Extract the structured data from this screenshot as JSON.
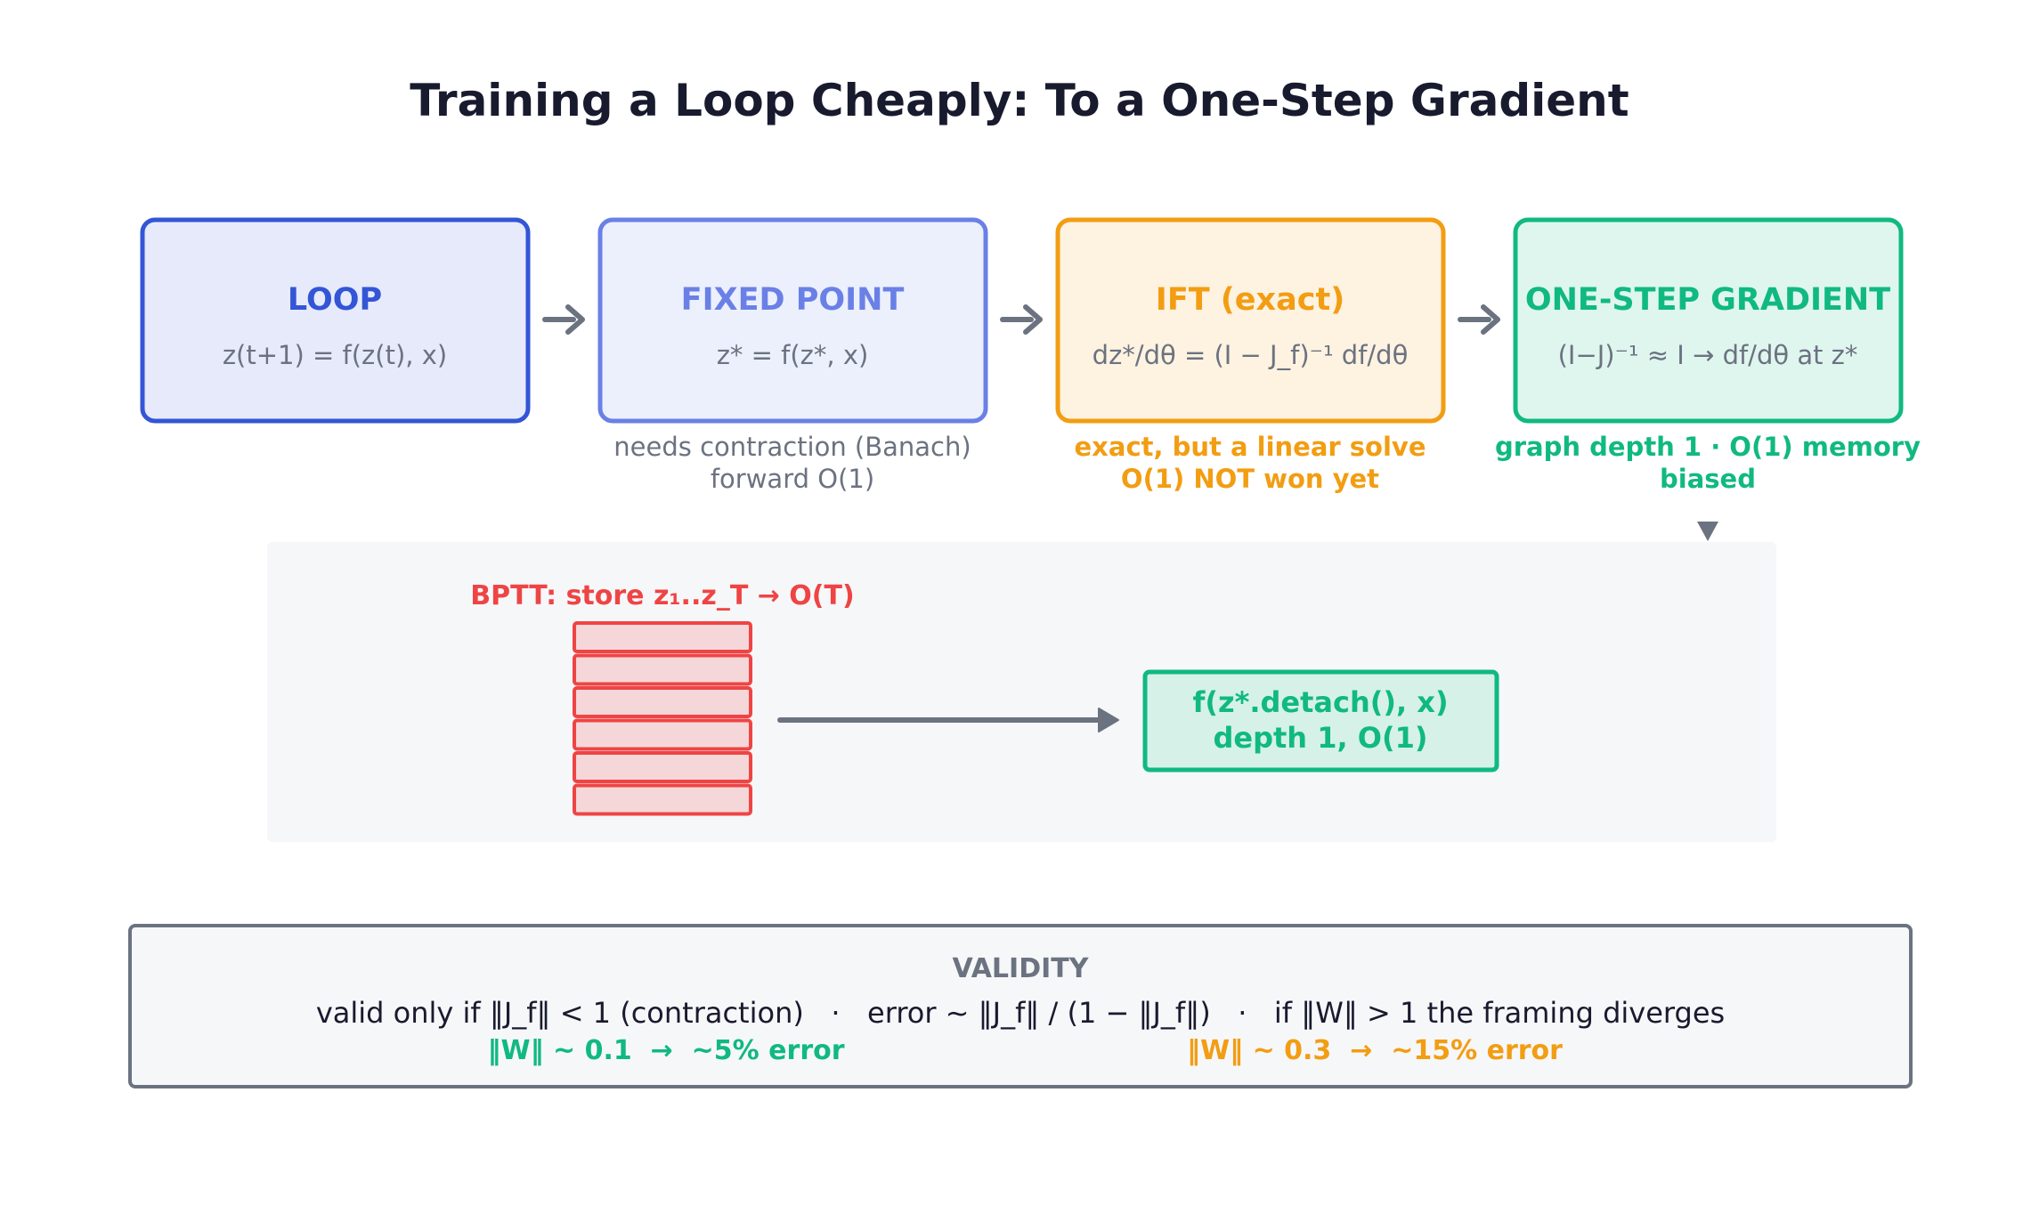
{
  "title": "Training a Loop Cheaply: To a One-Step Gradient",
  "colors": {
    "loop": "#3355d6",
    "loop_fill": "#e7eafb",
    "fixed": "#6a80e6",
    "fixed_fill": "#ecf0fd",
    "ift": "#f29d12",
    "ift_fill": "#fef2e1",
    "onestep": "#10b981",
    "onestep_fill": "#dff6ee",
    "arrow": "#6b7280",
    "text_dark": "#181a2e",
    "text_muted": "#6b7280",
    "bptt": "#ef4444",
    "bptt_fill": "#f5d7d9",
    "panel_fill": "#f6f7f9"
  },
  "stages": [
    {
      "key": "loop",
      "title": "LOOP",
      "formula": "z(t+1) = f(z(t), x)",
      "notes": []
    },
    {
      "key": "fixed",
      "title": "FIXED POINT",
      "formula": "z* = f(z*, x)",
      "notes": [
        "needs contraction (Banach)",
        "forward O(1)"
      ]
    },
    {
      "key": "ift",
      "title": "IFT (exact)",
      "formula": "dz*/dθ = (I − J_f)⁻¹ df/dθ",
      "notes": [
        "exact, but a linear solve",
        "O(1) NOT won yet"
      ]
    },
    {
      "key": "onestep",
      "title": "ONE-STEP GRADIENT",
      "formula": "(I−J)⁻¹ ≈ I  →  df/dθ at z*",
      "notes": [
        "graph depth 1 · O(1) memory",
        "biased"
      ]
    }
  ],
  "bptt": {
    "label": "BPTT: store z₁..z_T → O(T)",
    "stack_count": 6
  },
  "detach": {
    "lines": [
      "f(z*.detach(), x)",
      "depth 1, O(1)"
    ]
  },
  "validity": {
    "heading": "VALIDITY",
    "main": "valid only if ‖J_f‖ < 1 (contraction)   ·   error ~ ‖J_f‖ / (1 − ‖J_f‖)   ·   if ‖W‖ > 1 the framing diverges",
    "examples": [
      "‖W‖ ~ 0.1  →  ~5% error",
      "‖W‖ ~ 0.3  →  ~15% error"
    ]
  }
}
